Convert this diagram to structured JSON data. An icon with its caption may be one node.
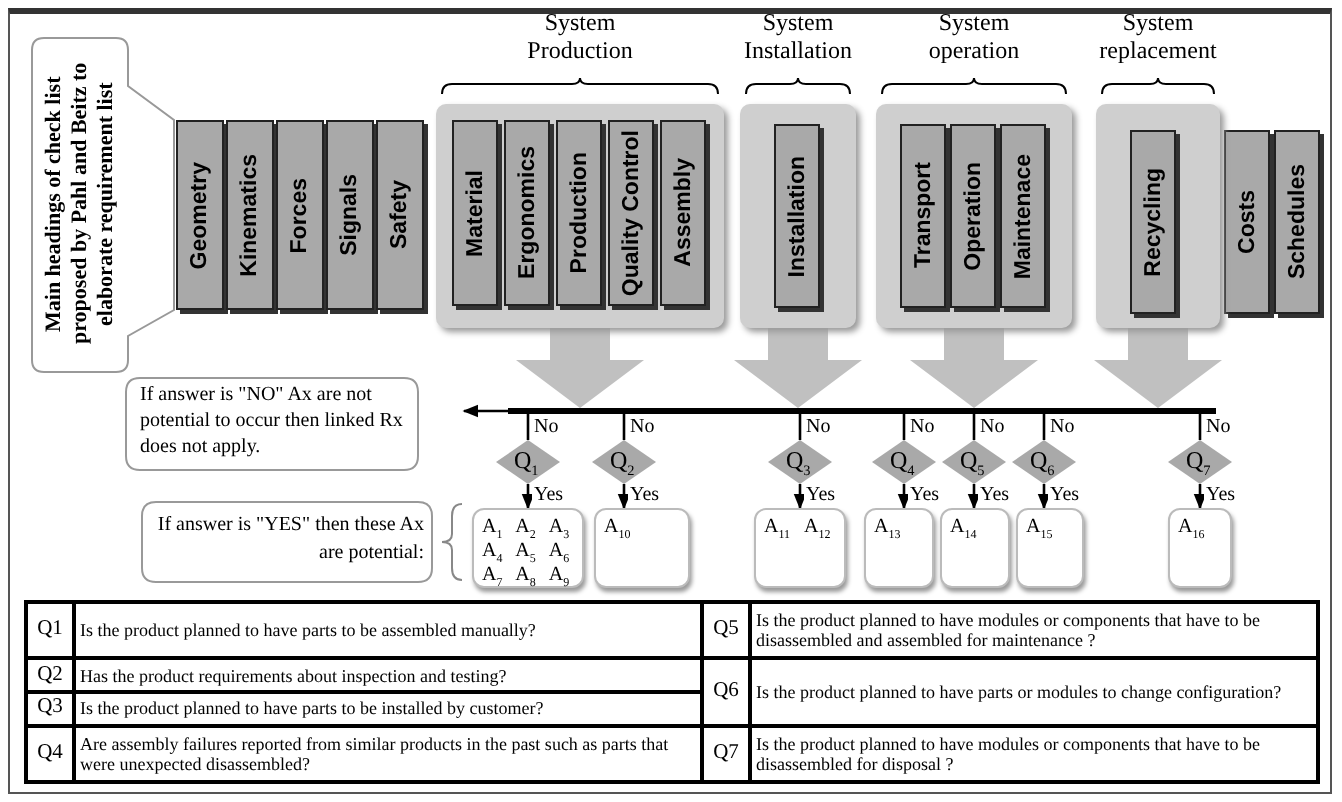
{
  "diagram": {
    "nodes": [
      {
        "text": [
          "Main headings of check list proposed by Pahl and Beitz to elaborate requirement list"
        ]
      },
      {
        "text": [
          "Geometry"
        ]
      },
      {
        "text": [
          "Kinematics"
        ]
      },
      {
        "text": [
          "Forces"
        ]
      },
      {
        "text": [
          "Signals"
        ]
      },
      {
        "text": [
          "Safety"
        ]
      },
      {
        "text": [
          "System Production"
        ]
      },
      {
        "text": [
          "Material"
        ],
        "in": 6
      },
      {
        "text": [
          "Ergonomics"
        ],
        "in": 6
      },
      {
        "text": [
          "Production"
        ],
        "in": 6
      },
      {
        "text": [
          "Quality Control"
        ],
        "in": 6
      },
      {
        "text": [
          "Assembly"
        ],
        "in": 6
      },
      {
        "text": [
          "System Installation"
        ]
      },
      {
        "text": [
          "Installation"
        ],
        "in": 12
      },
      {
        "text": [
          "System operation"
        ]
      },
      {
        "text": [
          "Transport"
        ],
        "in": 14
      },
      {
        "text": [
          "Operation"
        ],
        "in": 14
      },
      {
        "text": [
          "Maintenace"
        ],
        "in": 14
      },
      {
        "text": [
          "System replacement"
        ]
      },
      {
        "text": [
          "Recycling"
        ],
        "in": 18
      },
      {
        "text": [
          "Costs"
        ]
      },
      {
        "text": [
          "Schedules"
        ]
      },
      {
        "text": [
          "If answer is \"NO\" Ax are not potential to occur then linked Rx does not apply."
        ]
      },
      {
        "text": [
          "If answer is \"YES\" then these Ax are potential:"
        ]
      },
      {
        "text": [
          "Q$_{1}$"
        ]
      },
      {
        "text": [
          "Q$_{2}$"
        ]
      },
      {
        "text": [
          "Q$_{3}$"
        ]
      },
      {
        "text": [
          "Q$_{4}$"
        ]
      },
      {
        "text": [
          "Q$_{5}$"
        ]
      },
      {
        "text": [
          "Q$_{6}$"
        ]
      },
      {
        "text": [
          "Q$_{7}$"
        ]
      },
      {
        "text": [
          "A$_{1}$",
          "A$_{2}$",
          "A$_{3}$",
          "A$_{4}$",
          "A$_{5}$",
          "A$_{6}$",
          "A$_{7}$",
          "A$_{8}$",
          "A$_{9}$"
        ]
      },
      {
        "text": [
          "A$_{10}$"
        ]
      },
      {
        "text": [
          "A$_{11}$",
          "A$_{12}$"
        ]
      },
      {
        "text": [
          "A$_{13}$"
        ]
      },
      {
        "text": [
          "A$_{14}$"
        ]
      },
      {
        "text": [
          "A$_{15}$"
        ]
      },
      {
        "text": [
          "A$_{16}$"
        ]
      },
      {
        "text": [],
        "shape": "bar"
      }
    ],
    "edges": [
      {
        "from": 6,
        "to": 38,
        "arrow": "to",
        "style": "thick",
        "color": "#c0c0c0"
      },
      {
        "from": 12,
        "to": 38,
        "arrow": "to",
        "style": "thick",
        "color": "#c0c0c0"
      },
      {
        "from": 14,
        "to": 38,
        "arrow": "to",
        "style": "thick",
        "color": "#c0c0c0"
      },
      {
        "from": 18,
        "to": 38,
        "arrow": "to",
        "style": "thick",
        "color": "#c0c0c0"
      },
      {
        "from": 38,
        "to": null,
        "arrow": "to"
      },
      {
        "from": 24,
        "to": 38,
        "arrow": "none",
        "label": "No"
      },
      {
        "from": 25,
        "to": 38,
        "arrow": "none",
        "label": "No"
      },
      {
        "from": 26,
        "to": 38,
        "arrow": "none",
        "label": "No"
      },
      {
        "from": 27,
        "to": 38,
        "arrow": "none",
        "label": "No"
      },
      {
        "from": 28,
        "to": 38,
        "arrow": "none",
        "label": "No"
      },
      {
        "from": 29,
        "to": 38,
        "arrow": "none",
        "label": "No"
      },
      {
        "from": 30,
        "to": 38,
        "arrow": "none",
        "label": "No"
      },
      {
        "from": 24,
        "to": 31,
        "arrow": "to",
        "label": "Yes"
      },
      {
        "from": 25,
        "to": 32,
        "arrow": "to",
        "label": "Yes"
      },
      {
        "from": 26,
        "to": 33,
        "arrow": "to",
        "label": "Yes"
      },
      {
        "from": 27,
        "to": 34,
        "arrow": "to",
        "label": "Yes"
      },
      {
        "from": 28,
        "to": 35,
        "arrow": "to",
        "label": "Yes"
      },
      {
        "from": 29,
        "to": 36,
        "arrow": "to",
        "label": "Yes"
      },
      {
        "from": 30,
        "to": 37,
        "arrow": "to",
        "label": "Yes"
      }
    ],
    "labels": [
      "Q1",
      "Is the product planned to have parts to be assembled manually?",
      "Q5",
      "Is the product planned to have modules or components that have to be disassembled and assembled for maintenance ?",
      "Q2",
      "Has the product requirements about inspection and testing?",
      "Q6",
      "Is the product planned to have parts or modules to change configuration?",
      "Q3",
      "Is the product planned to have parts to be installed by customer?",
      "Q4",
      "Are assembly failures reported from similar products in the past such as parts that were unexpected disassembled?",
      "Q7",
      "Is the product planned to have modules or components that have to be disassembled for disposal ?"
    ]
  }
}
